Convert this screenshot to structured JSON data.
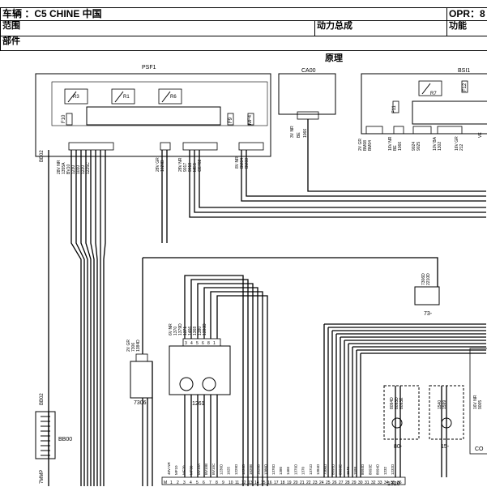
{
  "header": {
    "vehicle": "车辆 ：C5 CHINE 中国",
    "opr": "OPR：8",
    "scope": "范围",
    "assembly": "动力总成",
    "function": "功能",
    "parts": "部件",
    "section": "原理"
  },
  "components": {
    "psf1": "PSF1",
    "ca00": "CA00",
    "bsi1": "BSI1",
    "r3": "R3",
    "r1": "R1",
    "r6": "R6",
    "r7": "R7",
    "f10": "F10",
    "f9": "F9",
    "mf4": "MF4",
    "f11": "F11",
    "f12": "F12",
    "c1261": "1261",
    "c7306": "7306",
    "c73": "73-",
    "c80": "80-",
    "c15": "15-",
    "bb00": "BB00",
    "bb02_top": "BB02",
    "bb02_left": "BB02",
    "mmp": "7MMP",
    "bottom_num": "1320",
    "bottom_co": "CO"
  },
  "wires": {
    "psf1_a": [
      "28V NR",
      "1355A",
      "BV10",
      "1230",
      "1010",
      "1220",
      "1225C"
    ],
    "psf1_b": [
      "28V GR",
      "1020B"
    ],
    "psf1_c": [
      "28V NR",
      "9017",
      "9018",
      "MES",
      "CE702"
    ],
    "psf1_d": [
      "8V NR",
      "BM04",
      "BM08"
    ],
    "ca00": [
      "3V NR",
      "BE",
      "1066"
    ],
    "bsi_a": [
      "2V GR",
      "BM08",
      "BM04"
    ],
    "bsi_b": [
      "16V NR",
      "BE",
      "1066"
    ],
    "bsi_c": [
      "9024",
      "9025"
    ],
    "bsi_d": [
      "10V BA",
      "1302"
    ],
    "bsi_e": [
      "16V GR",
      "212"
    ],
    "bsi_f": [
      "VE"
    ],
    "c1261": [
      "6V NR",
      "1370",
      "1379D",
      "1371",
      "1466",
      "1368",
      "1380",
      "1380D"
    ],
    "c7306": [
      "2V GR",
      "7306",
      "1384D"
    ],
    "c73": [
      "7306D",
      "2210D"
    ],
    "c80": [
      "8094D",
      "8093D",
      "8093E"
    ],
    "c15": [
      "1540",
      "1599"
    ],
    "c_right": [
      "16V NR",
      "9005"
    ],
    "bottom_a": [
      "48V NR",
      "MF10",
      "MF20",
      "MF30",
      "BV10A",
      "BV10B",
      "BV10C",
      "1230D",
      "1025",
      "1229D",
      "1226D",
      "1020B",
      "1020B",
      "1380D",
      "1370D",
      "1380",
      "1466",
      "1379D",
      "1370",
      "1371D",
      "1384D",
      "7306D",
      "8093D",
      "8093E",
      "1540",
      "1599",
      "8093D",
      "8093E",
      "8094D",
      "1232",
      "1232D"
    ],
    "pins_bottom": [
      "M",
      "1",
      "2",
      "3",
      "4",
      "5",
      "6",
      "7",
      "8",
      "9",
      "10",
      "11",
      "12",
      "13",
      "14",
      "15",
      "16",
      "17",
      "18",
      "19",
      "20",
      "21",
      "22",
      "23",
      "24",
      "25",
      "26",
      "27",
      "28",
      "29",
      "30",
      "31",
      "32",
      "33",
      "34",
      "35",
      "36"
    ],
    "pins_1261": [
      "3",
      "4",
      "5",
      "6",
      "8",
      "1"
    ]
  }
}
